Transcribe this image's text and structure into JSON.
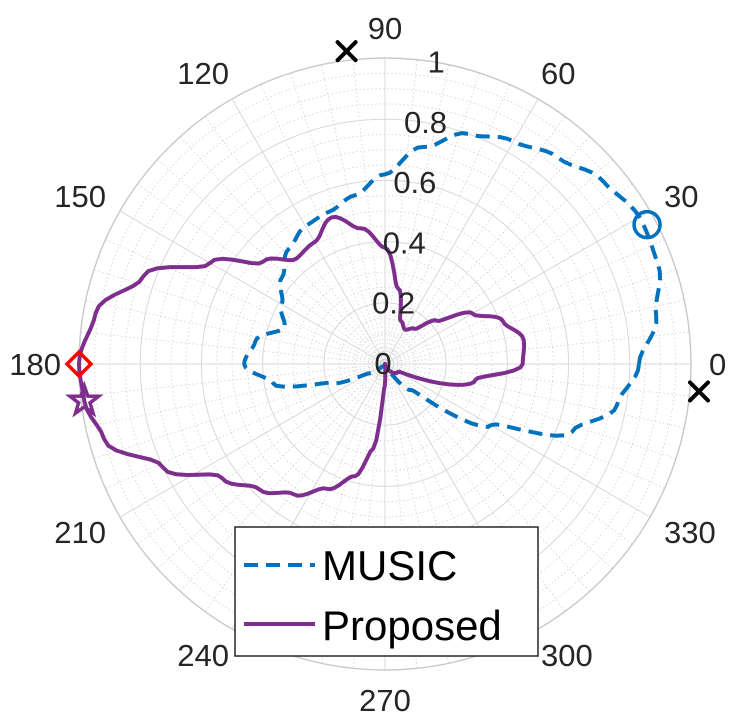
{
  "chart_data": {
    "type": "polar-line",
    "angle_unit": "degrees",
    "angle_ticks": [
      0,
      30,
      60,
      90,
      120,
      150,
      180,
      210,
      240,
      270,
      300,
      330
    ],
    "angle_tick_labels": [
      "0",
      "30",
      "60",
      "90",
      "120",
      "150",
      "180",
      "210",
      "240",
      "270",
      "300",
      "330"
    ],
    "radius_ticks": [
      0,
      0.2,
      0.4,
      0.6,
      0.8,
      1
    ],
    "radius_tick_labels": [
      "0",
      "0.2",
      "0.4",
      "0.6",
      "0.8",
      "1"
    ],
    "rlim": [
      0,
      1
    ],
    "grid": true,
    "legend_placement": "bottom-center",
    "series": [
      {
        "name": "MUSIC",
        "style": "dashed",
        "color": "#0072BD",
        "points": [
          {
            "theta": 0,
            "r": 0.83
          },
          {
            "theta": 10,
            "r": 0.9
          },
          {
            "theta": 20,
            "r": 0.95
          },
          {
            "theta": 30,
            "r": 0.96
          },
          {
            "theta": 40,
            "r": 0.93
          },
          {
            "theta": 50,
            "r": 0.88
          },
          {
            "theta": 60,
            "r": 0.84
          },
          {
            "theta": 70,
            "r": 0.8
          },
          {
            "theta": 80,
            "r": 0.72
          },
          {
            "theta": 90,
            "r": 0.62
          },
          {
            "theta": 100,
            "r": 0.56
          },
          {
            "theta": 110,
            "r": 0.53
          },
          {
            "theta": 120,
            "r": 0.52
          },
          {
            "theta": 130,
            "r": 0.49
          },
          {
            "theta": 140,
            "r": 0.44
          },
          {
            "theta": 150,
            "r": 0.39
          },
          {
            "theta": 160,
            "r": 0.35
          },
          {
            "theta": 170,
            "r": 0.43
          },
          {
            "theta": 180,
            "r": 0.46
          },
          {
            "theta": 190,
            "r": 0.37
          },
          {
            "theta": 200,
            "r": 0.18
          },
          {
            "theta": 210,
            "r": 0.06
          },
          {
            "theta": 225,
            "r": 0.01
          },
          {
            "theta": 270,
            "r": 0.0
          },
          {
            "theta": 300,
            "r": 0.03
          },
          {
            "theta": 315,
            "r": 0.12
          },
          {
            "theta": 330,
            "r": 0.4
          },
          {
            "theta": 340,
            "r": 0.65
          },
          {
            "theta": 350,
            "r": 0.77
          },
          {
            "theta": 360,
            "r": 0.83
          }
        ]
      },
      {
        "name": "Proposed",
        "style": "solid",
        "color": "#7E2F8E",
        "points": [
          {
            "theta": 0,
            "r": 0.45
          },
          {
            "theta": 10,
            "r": 0.46
          },
          {
            "theta": 20,
            "r": 0.41
          },
          {
            "theta": 30,
            "r": 0.33
          },
          {
            "theta": 40,
            "r": 0.22
          },
          {
            "theta": 50,
            "r": 0.15
          },
          {
            "theta": 60,
            "r": 0.13
          },
          {
            "theta": 70,
            "r": 0.15
          },
          {
            "theta": 80,
            "r": 0.25
          },
          {
            "theta": 90,
            "r": 0.38
          },
          {
            "theta": 100,
            "r": 0.45
          },
          {
            "theta": 110,
            "r": 0.51
          },
          {
            "theta": 120,
            "r": 0.46
          },
          {
            "theta": 130,
            "r": 0.45
          },
          {
            "theta": 140,
            "r": 0.52
          },
          {
            "theta": 150,
            "r": 0.66
          },
          {
            "theta": 160,
            "r": 0.84
          },
          {
            "theta": 170,
            "r": 0.96
          },
          {
            "theta": 180,
            "r": 1.0
          },
          {
            "theta": 187,
            "r": 0.99
          },
          {
            "theta": 195,
            "r": 0.95
          },
          {
            "theta": 205,
            "r": 0.8
          },
          {
            "theta": 215,
            "r": 0.65
          },
          {
            "theta": 225,
            "r": 0.58
          },
          {
            "theta": 235,
            "r": 0.52
          },
          {
            "theta": 245,
            "r": 0.45
          },
          {
            "theta": 255,
            "r": 0.38
          },
          {
            "theta": 262,
            "r": 0.28
          },
          {
            "theta": 268,
            "r": 0.08
          },
          {
            "theta": 275,
            "r": 0.0
          },
          {
            "theta": 330,
            "r": 0.05
          },
          {
            "theta": 350,
            "r": 0.3
          },
          {
            "theta": 360,
            "r": 0.45
          }
        ]
      }
    ],
    "markers": [
      {
        "kind": "cross",
        "theta": 97,
        "r": 1.03,
        "color": "#000000"
      },
      {
        "kind": "cross",
        "theta": 355,
        "r": 1.03,
        "color": "#000000"
      },
      {
        "kind": "circle",
        "theta": 28,
        "r": 0.97,
        "color": "#0072BD"
      },
      {
        "kind": "diamond",
        "theta": 180,
        "r": 1.0,
        "color": "#FF0000"
      },
      {
        "kind": "star",
        "theta": 187,
        "r": 0.99,
        "color": "#7E2F8E"
      }
    ],
    "legend": [
      {
        "label": "MUSIC",
        "style": "dashed",
        "color": "#0072BD"
      },
      {
        "label": "Proposed",
        "style": "solid",
        "color": "#7E2F8E"
      }
    ]
  }
}
